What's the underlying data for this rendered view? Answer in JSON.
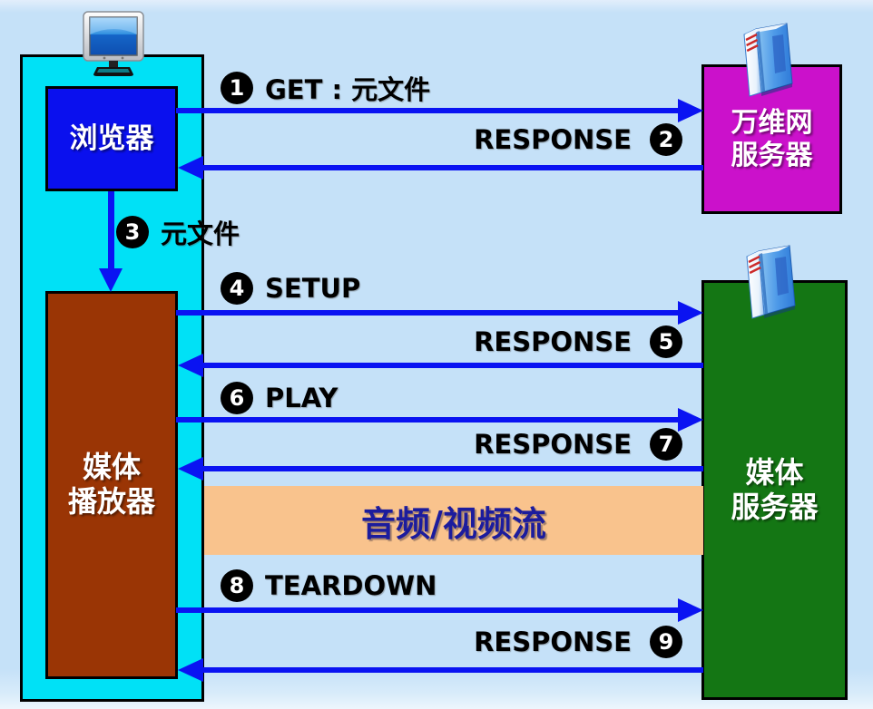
{
  "client": {
    "browser": {
      "label": "浏览器"
    },
    "media_player": {
      "label": "媒体\n播放器"
    }
  },
  "servers": {
    "web_server": {
      "label": "万维网\n服务器"
    },
    "media_server": {
      "label": "媒体\n服务器"
    }
  },
  "messages": [
    {
      "badge": "1",
      "label": "GET : 元文件",
      "direction": "right",
      "from": "browser",
      "to": "web_server"
    },
    {
      "badge": "2",
      "label": "RESPONSE",
      "direction": "left",
      "from": "web_server",
      "to": "browser"
    },
    {
      "badge": "3",
      "label": "元文件",
      "direction": "down",
      "from": "browser",
      "to": "media_player"
    },
    {
      "badge": "4",
      "label": "SETUP",
      "direction": "right",
      "from": "media_player",
      "to": "media_server"
    },
    {
      "badge": "5",
      "label": "RESPONSE",
      "direction": "left",
      "from": "media_server",
      "to": "media_player"
    },
    {
      "badge": "6",
      "label": "PLAY",
      "direction": "right",
      "from": "media_player",
      "to": "media_server"
    },
    {
      "badge": "7",
      "label": "RESPONSE",
      "direction": "left",
      "from": "media_server",
      "to": "media_player"
    },
    {
      "badge": "8",
      "label": "TEARDOWN",
      "direction": "right",
      "from": "media_player",
      "to": "media_server"
    },
    {
      "badge": "9",
      "label": "RESPONSE",
      "direction": "left",
      "from": "media_server",
      "to": "media_player"
    }
  ],
  "stream_band": {
    "label": "音频/视频流"
  },
  "icons": {
    "client_monitor": "monitor-icon",
    "web_server": "server-tower-icon",
    "media_server": "server-tower-icon"
  },
  "colors": {
    "background": "#c5e1f8",
    "client_host": "#00e1f6",
    "browser_box": "#0a10ee",
    "media_player_box": "#9a3505",
    "web_server_box": "#cb11cb",
    "media_server_box": "#147614",
    "stream_band": "#f9c38d",
    "stream_text": "#1c1c9d",
    "arrow": "#0a13f2",
    "label_text": "#000000"
  }
}
